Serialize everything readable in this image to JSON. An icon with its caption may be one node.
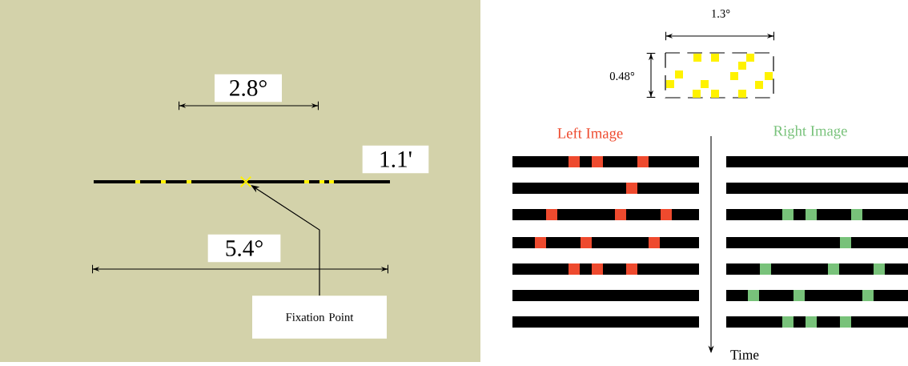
{
  "diagram": {
    "nodes": [
      {
        "text": [
          "Fixation Point"
        ]
      },
      {
        "text": [],
        "shape": "cross"
      }
    ],
    "edges": [
      {
        "from": 0,
        "to": 1,
        "arrow": "to"
      }
    ],
    "labels": [
      "2.8°",
      "1.1'",
      "5.4°",
      "1.3°",
      "0.48°",
      "Left Image",
      "Right Image",
      "Time"
    ]
  }
}
